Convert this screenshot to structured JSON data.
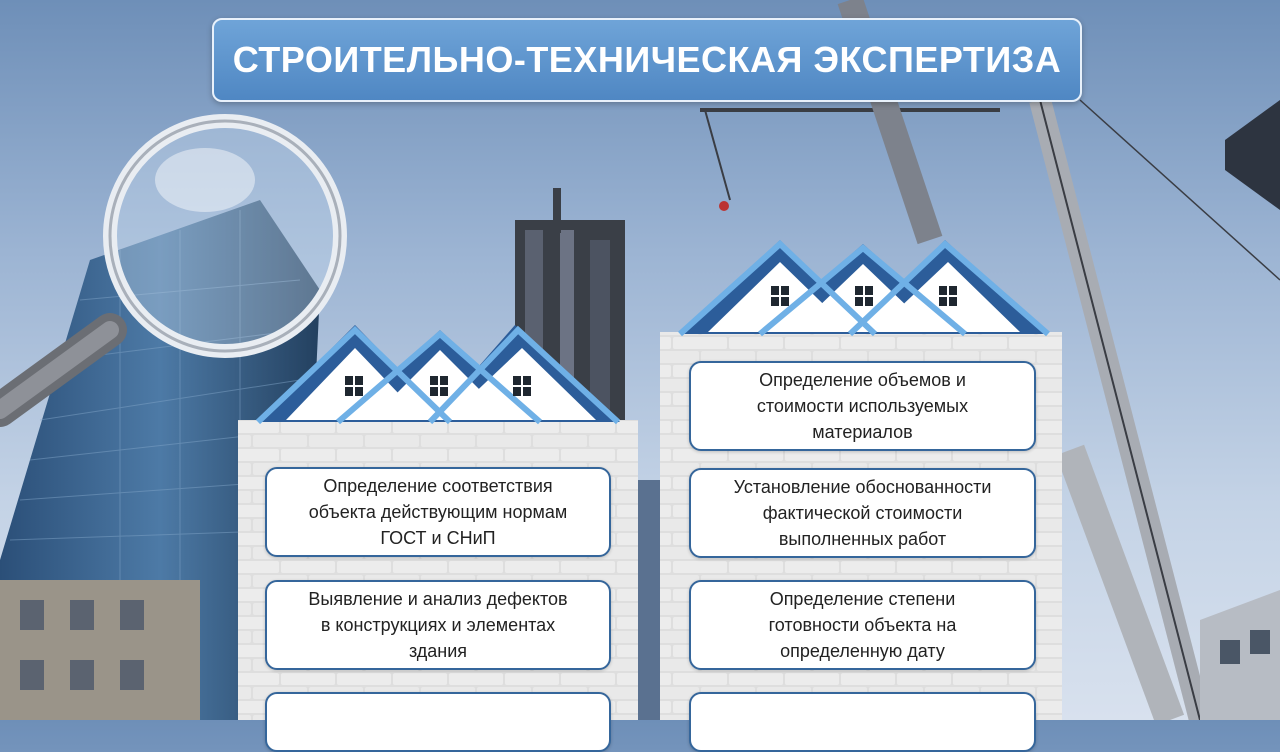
{
  "title": "СТРОИТЕЛЬНО-ТЕХНИЧЕСКАЯ ЭКСПЕРТИЗА",
  "left_column": {
    "items": [
      "Определение соответствия\nобъекта действующим нормам\nГОСТ и СНиП",
      "Выявление и анализ дефектов\nв конструкциях и элементах\nздания"
    ]
  },
  "right_column": {
    "items": [
      "Определение объемов и\nстоимости используемых\nматериалов",
      "Установление обоснованности\nфактической стоимости\nвыполненных работ",
      "Определение степени\nготовности объекта на\nопределенную дату"
    ]
  },
  "colors": {
    "banner": "#5a93cc",
    "roof": "#2c5d9a",
    "card_border": "#35669b"
  },
  "icons": [
    "magnifier-icon",
    "house-icon",
    "crane-icon"
  ]
}
